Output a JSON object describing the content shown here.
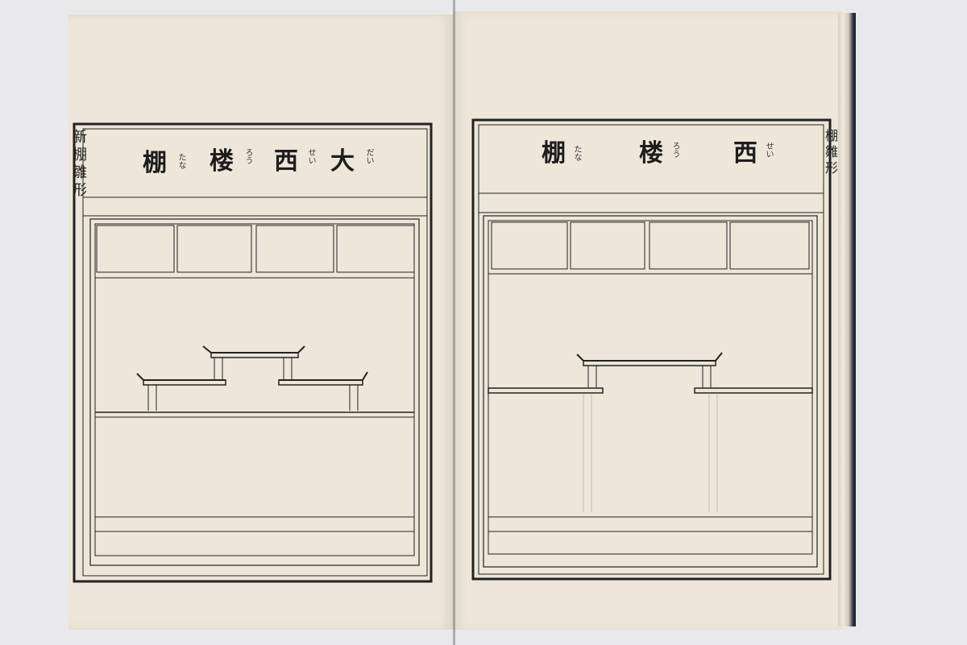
{
  "left_page": {
    "title": [
      {
        "char": "大",
        "ruby": "だい"
      },
      {
        "char": "西",
        "ruby": "せい"
      },
      {
        "char": "楼",
        "ruby": "ろう"
      },
      {
        "char": "棚",
        "ruby": "たな"
      }
    ],
    "margin_text": "新棚雛形"
  },
  "right_page": {
    "title": [
      {
        "char": "西",
        "ruby": "せい"
      },
      {
        "char": "楼",
        "ruby": "ろう"
      },
      {
        "char": "棚",
        "ruby": "たな"
      }
    ],
    "margin_text": "棚雛形"
  },
  "colors": {
    "paper": "#ede6d9",
    "ink": "#1d1d1d",
    "background": "#e9e9eb"
  }
}
